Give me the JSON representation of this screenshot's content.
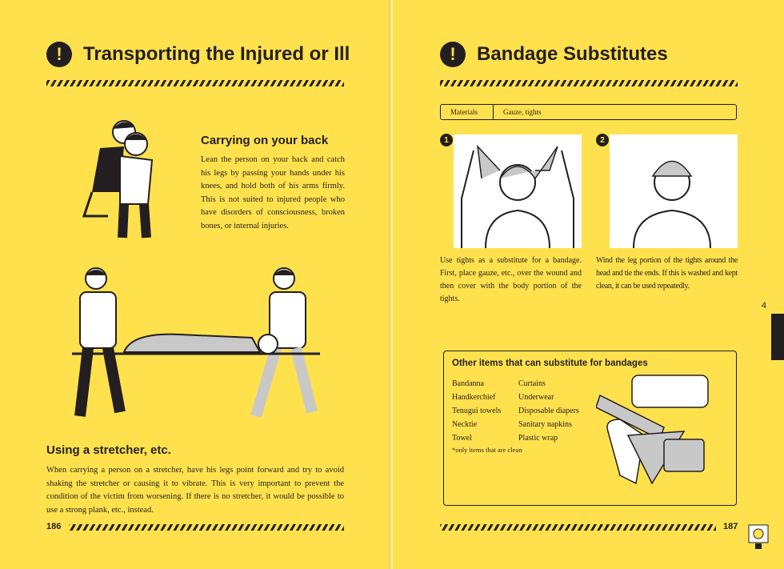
{
  "left": {
    "title": "Transporting the Injured or Ill",
    "section1": {
      "heading": "Carrying on your back",
      "body": "Lean the person on your back and catch his legs by passing your hands under his knees, and hold both of his arms firmly. This is not suited to injured people who have disorders of consciousness, broken bones, or internal injuries."
    },
    "section2": {
      "heading": "Using a stretcher, etc.",
      "body": "When carrying a person on a stretcher, have his legs point forward and try to avoid shaking the stretcher or causing it to vibrate. This is very important to prevent the condition of the victim from worsening. If there is no stretcher, it would be possible to use a strong plank, etc., instead."
    },
    "page_number": "186"
  },
  "right": {
    "title": "Bandage Substitutes",
    "materials": {
      "label": "Materials",
      "value": "Gauze, tights"
    },
    "steps": [
      {
        "number": "1",
        "text": "Use tights as a substitute for a bandage. First, place gauze, etc., over the wound and then cover with the body portion of the tights."
      },
      {
        "number": "2",
        "text": "Wind the leg portion of the tights around the head and tie the ends. If this is washed and kept clean, it can be used repeatedly."
      }
    ],
    "other_items": {
      "title": "Other items that can substitute for bandages",
      "col1": [
        "Bandanna",
        "Handkerchief",
        "Tenugui towels",
        "Necktie",
        "Towel"
      ],
      "col2": [
        "Curtains",
        "Underwear",
        "Disposable diapers",
        "Sanitary napkins",
        "Plastic wrap"
      ],
      "note": "*only items that are clean"
    },
    "chapter_tab": "4",
    "page_number": "187"
  },
  "icons": {
    "alert": "!"
  }
}
